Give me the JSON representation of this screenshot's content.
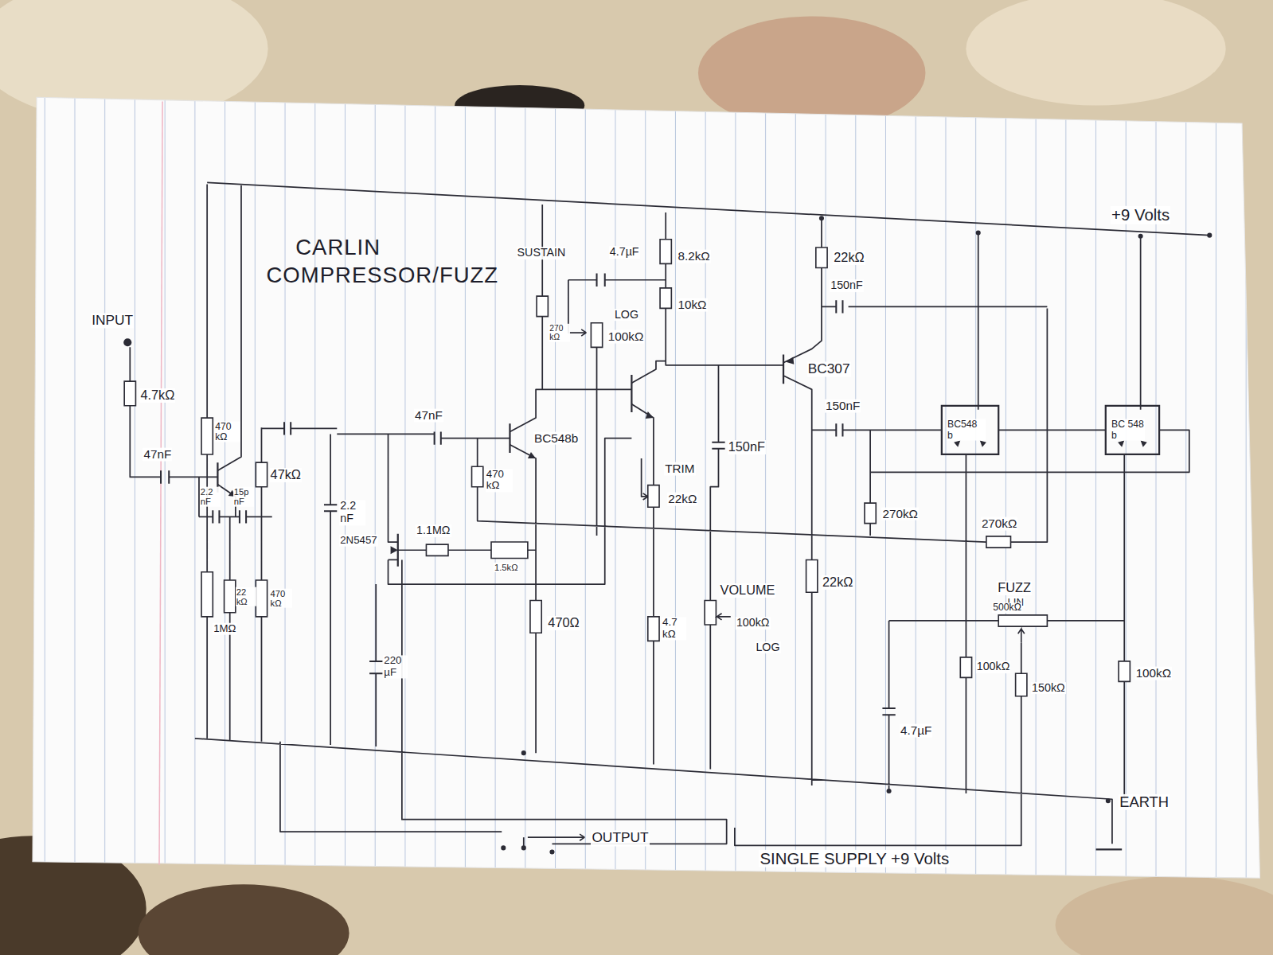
{
  "diagram": {
    "title": "CARLIN COMPRESSOR/FUZZ",
    "labels": [
      "+9 Volts",
      "INPUT",
      "4.7kΩ",
      "47nF",
      "470 kΩ",
      "2.2 nF",
      "15p nF",
      "47kΩ",
      "1MΩ",
      "22 kΩ",
      "470 kΩ",
      "2.2 nF",
      "47nF",
      "470 kΩ",
      "2N5457",
      "1.1MΩ",
      "1.5kΩ",
      "220 µF",
      "BC548b",
      "SUSTAIN",
      "4.7µF",
      "270 kΩ",
      "LOG",
      "100kΩ",
      "8.2kΩ",
      "10kΩ",
      "TRIM",
      "22kΩ",
      "470Ω",
      "4.7 kΩ",
      "150nF",
      "VOLUME",
      "100kΩ",
      "LOG",
      "22kΩ",
      "150nF",
      "BC307",
      "150nF",
      "22kΩ",
      "BC548 b",
      "BC 548 b",
      "270kΩ",
      "270kΩ",
      "FUZZ",
      "LIN",
      "500kΩ",
      "100kΩ",
      "150kΩ",
      "100kΩ",
      "4.7µF",
      "EARTH",
      "OUTPUT",
      "SINGLE SUPPLY +9 Volts"
    ]
  }
}
